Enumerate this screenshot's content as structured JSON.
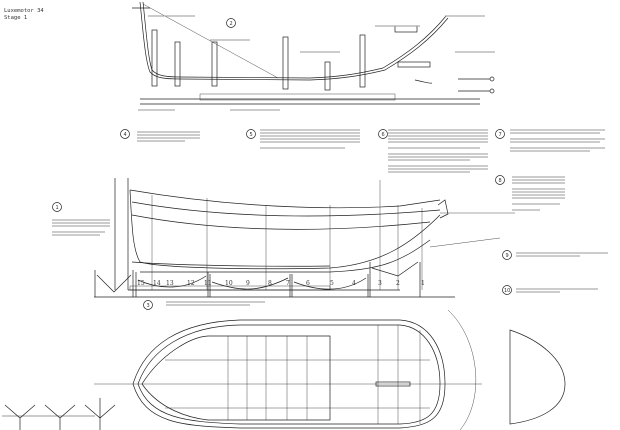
{
  "title": {
    "name": "Luxemotor 34",
    "stage": "Stage 1"
  },
  "steps": [
    "1",
    "2",
    "3",
    "4",
    "5",
    "6",
    "7",
    "8",
    "9",
    "10"
  ],
  "stations": [
    "15",
    "14",
    "13",
    "12",
    "11",
    "10",
    "9",
    "8",
    "7",
    "6",
    "5",
    "4",
    "3",
    "2",
    "1"
  ]
}
